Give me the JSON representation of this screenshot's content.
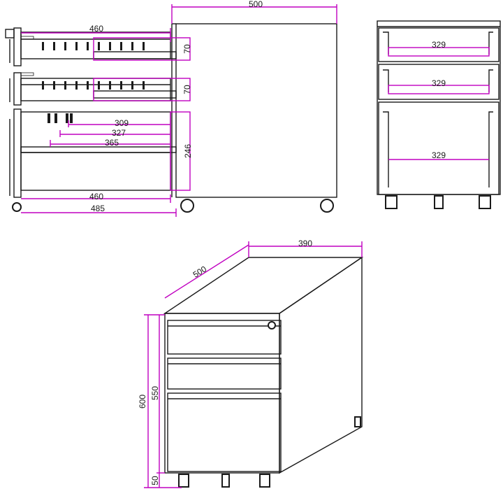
{
  "colors": {
    "dimension": "#c000c0",
    "line": "#1a1a1a",
    "background": "#ffffff"
  },
  "side_view": {
    "top_width": "500",
    "drawer_inner_width": "460",
    "drawer1_height": "70",
    "drawer2_height": "70",
    "divider_1": "309",
    "divider_2": "327",
    "divider_3": "365",
    "file_drawer_height": "246",
    "base_inner_width": "460",
    "overall_depth": "485"
  },
  "front_view": {
    "drawer1_width": "329",
    "drawer2_width": "329",
    "drawer3_width": "329"
  },
  "iso_view": {
    "depth": "500",
    "width": "390",
    "total_height": "600",
    "body_height": "550",
    "caster_height": "50"
  }
}
